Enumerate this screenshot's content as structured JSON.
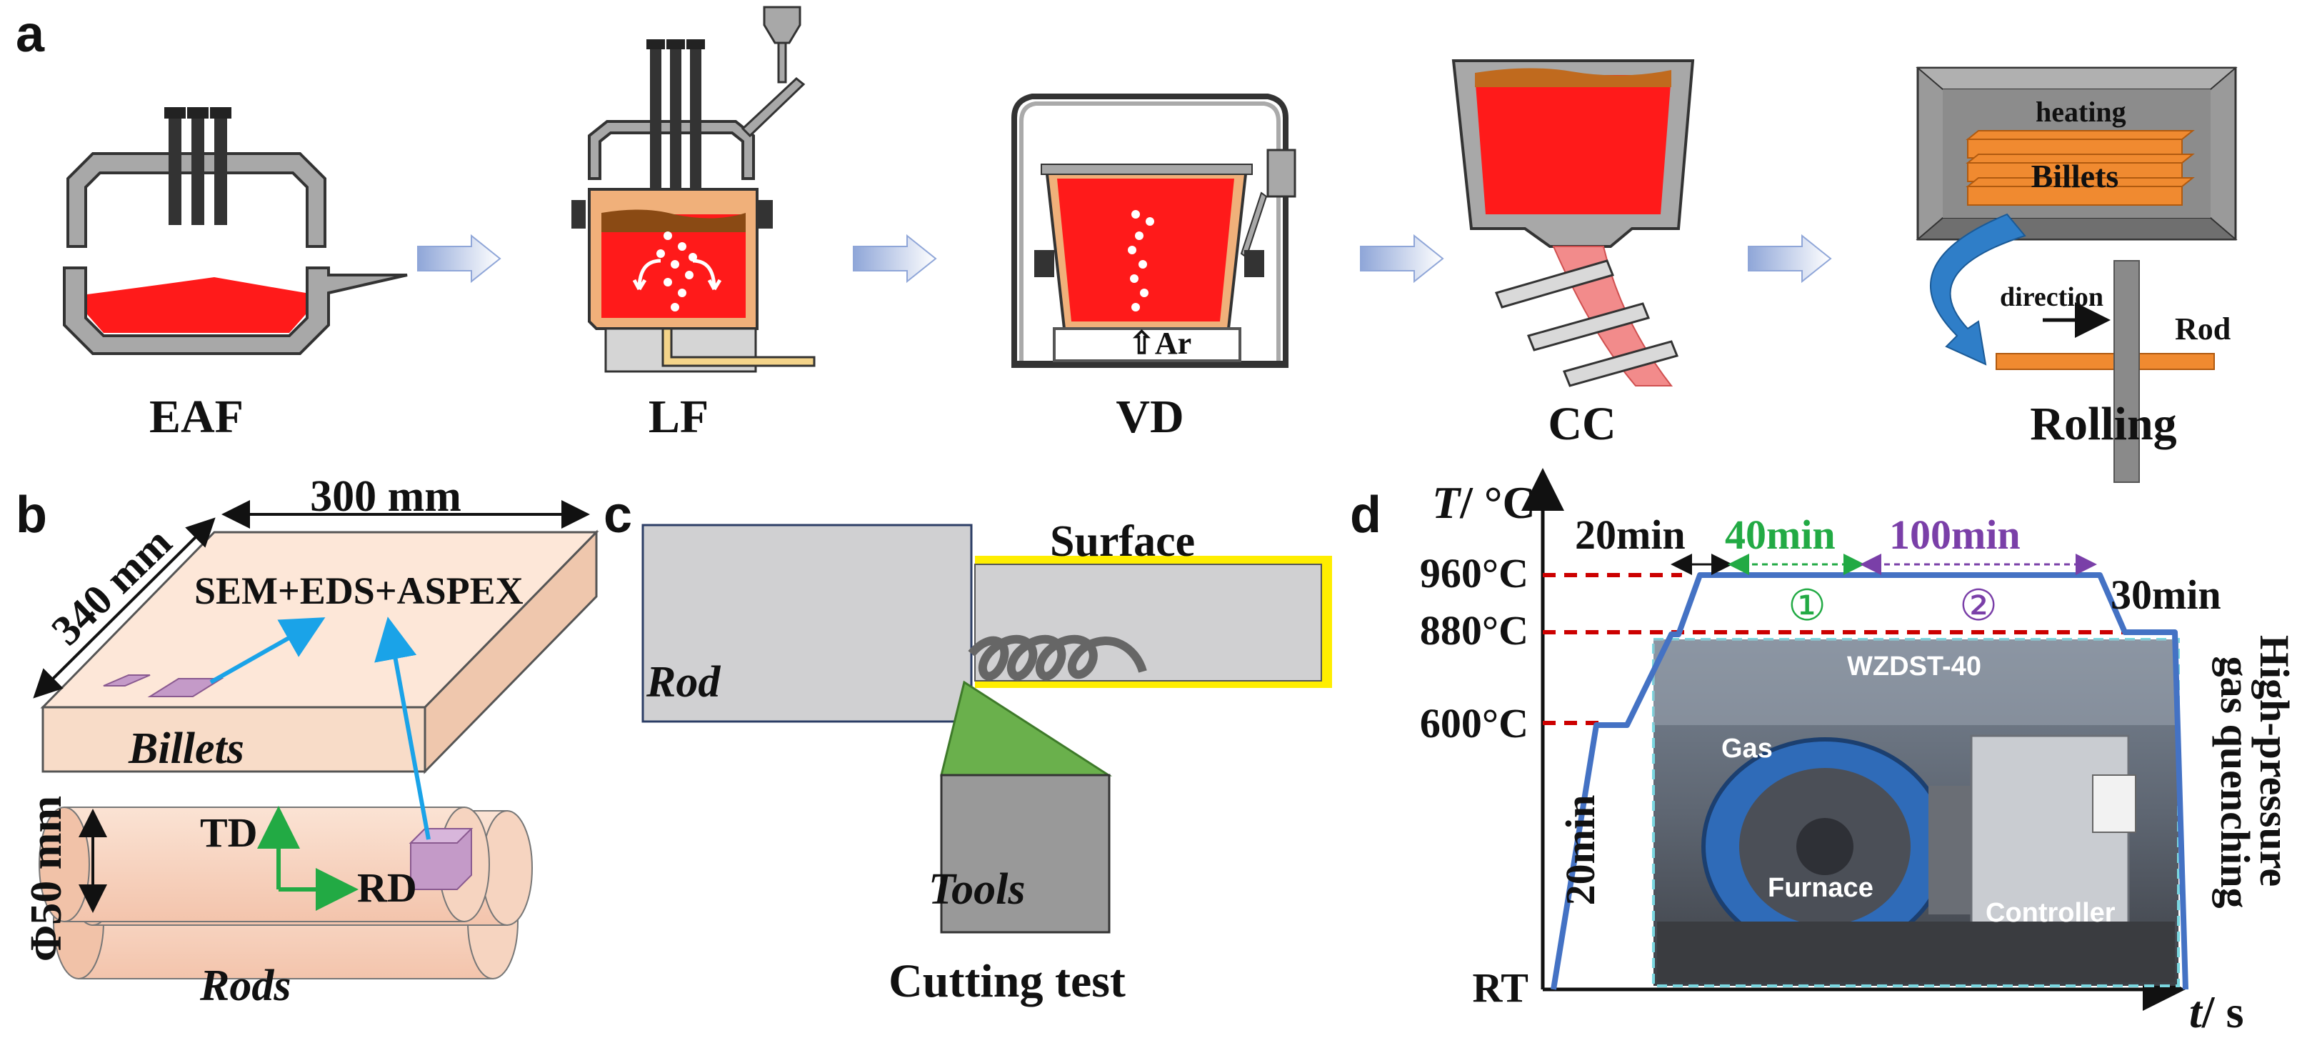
{
  "panels": {
    "a": "a",
    "b": "b",
    "c": "c",
    "d": "d"
  },
  "panel_a": {
    "steps": [
      "EAF",
      "LF",
      "VD",
      "CC",
      "Rolling"
    ],
    "ar_label": "⇧Ar",
    "heating_label": "heating",
    "billets_label": "Billets",
    "direction_label": "direction",
    "rod_label": "Rod"
  },
  "panel_b": {
    "dim_width": "300 mm",
    "dim_depth": "340 mm",
    "analysis": "SEM+EDS+ASPEX",
    "billets": "Billets",
    "diameter": "Φ50 mm",
    "td": "TD",
    "rd": "RD",
    "rods": "Rods"
  },
  "panel_c": {
    "surface": "Surface",
    "rod": "Rod",
    "tools": "Tools",
    "caption": "Cutting test"
  },
  "panel_d": {
    "y_axis_var": "T",
    "y_axis_unit": "/ °C",
    "x_axis_var": "t",
    "x_axis_unit": "/ s",
    "temp_960": "960°C",
    "temp_880": "880°C",
    "temp_600": "600°C",
    "temp_rt": "RT",
    "t_20min_a": "20min",
    "t_40min": "40min",
    "t_100min": "100min",
    "t_30min": "30min",
    "t_20min_b": "20min",
    "stage1": "①",
    "stage2": "②",
    "quench": "High-pressure gas quenching",
    "quench_l1": "High-pressure",
    "quench_l2": "gas quenching",
    "photo_title": "WZDST-40",
    "photo_gas": "Gas",
    "photo_furnace": "Furnace",
    "photo_controller": "Controller"
  },
  "colors": {
    "molten": "#ff1a1a",
    "slag": "#c06a1e",
    "ladle_wall": "#f0b07a",
    "vessel": "#a6a6a6",
    "green": "#22aa44",
    "purple": "#7a3fa8",
    "blue_curve": "#4472c4",
    "dash_red": "#cc0000"
  }
}
